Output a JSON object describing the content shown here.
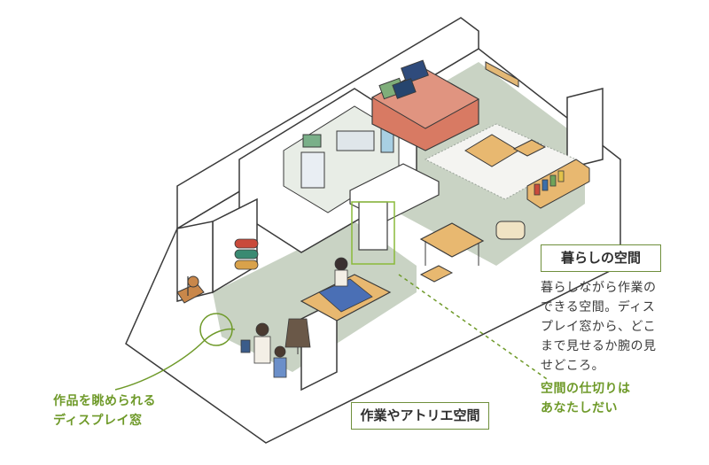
{
  "labels": {
    "living_title": "暮らしの空間",
    "living_desc": "暮らしながら作業の\nできる空間。ディス\nプレイ窓から、どこ\nまで見せるか腕の見\nせどころ。",
    "partition": "空間の仕切りは\nあなたしだい",
    "workspace_title": "作業やアトリエ空間",
    "display_window": "作品を眺められる\nディスプレイ窓"
  },
  "colors": {
    "accent_green": "#6f9a2a",
    "floor": "#c9d3c4",
    "wall": "#ffffff",
    "line": "#3a3a3a"
  }
}
